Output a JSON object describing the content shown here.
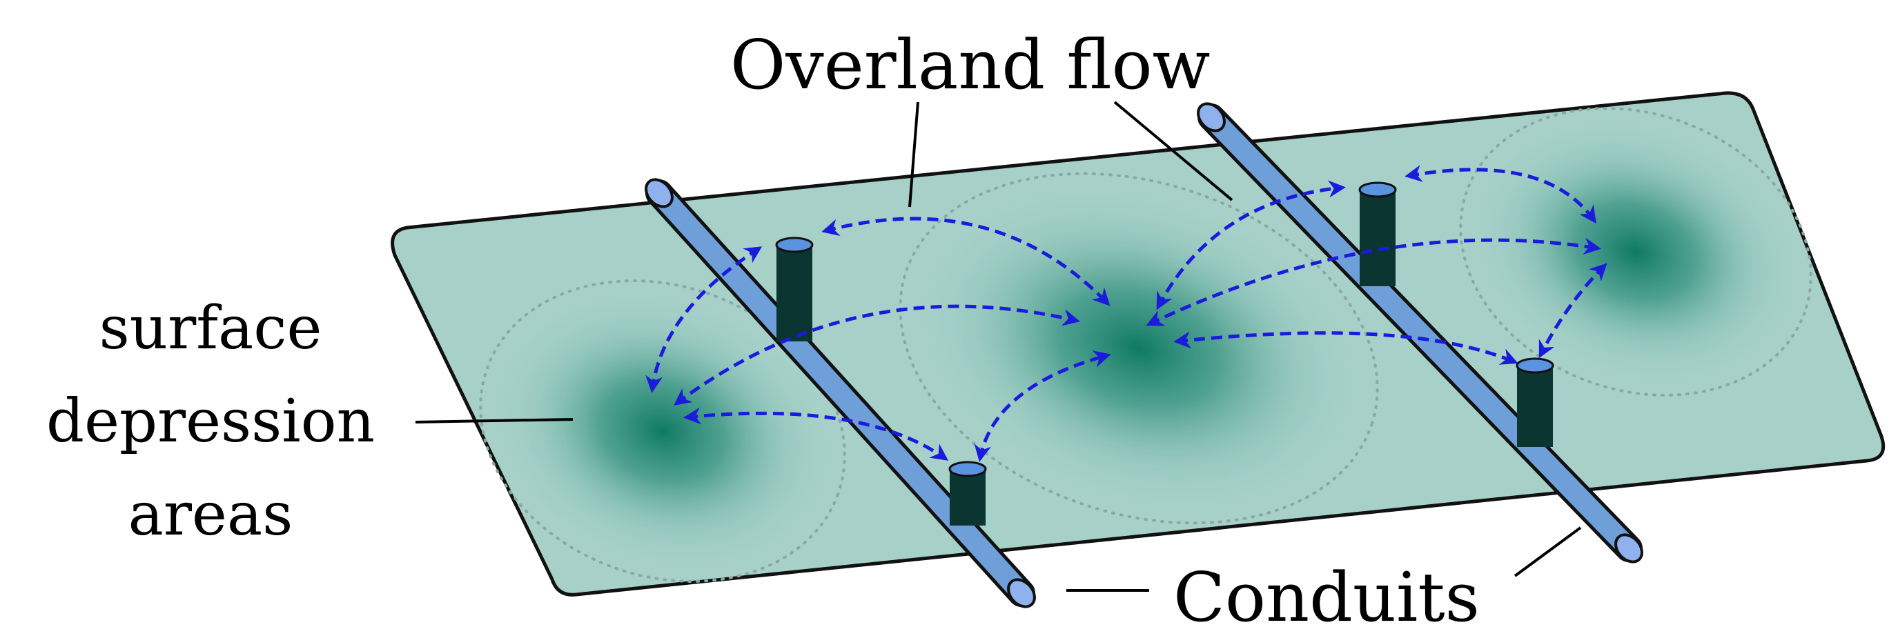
{
  "labels": {
    "overland_flow": "Overland flow",
    "surface_line1": "surface",
    "surface_line2": "depression",
    "surface_line3": "areas",
    "conduits": "Conduits"
  },
  "colors": {
    "plane_fill": "#a6d0c8",
    "depression_center": "#0f7a63",
    "conduit_fill": "#6f9fd8",
    "conduit_end": "#8fb1ee",
    "manhole_body": "#0a3530",
    "manhole_top": "#5b93e0",
    "flow_arrow": "#1b1bdc",
    "outline": "#111111",
    "dotted_boundary": "#8aa8a2"
  }
}
